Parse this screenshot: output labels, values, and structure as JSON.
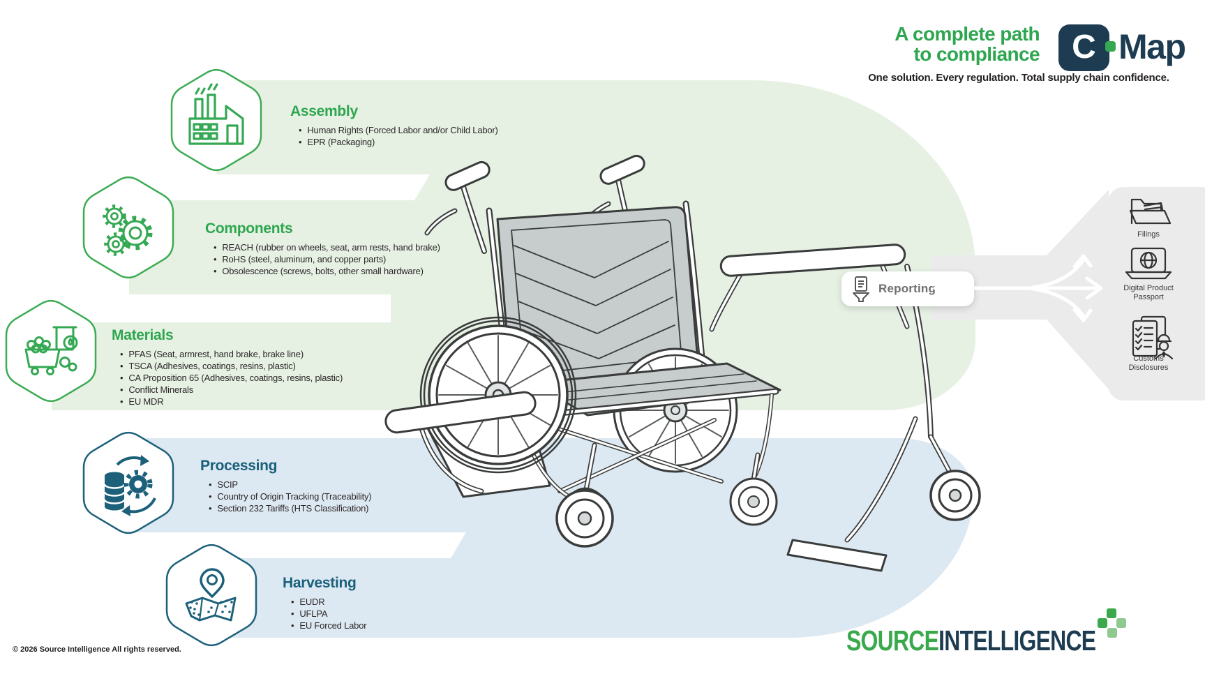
{
  "header": {
    "tagline": [
      "A complete path",
      "to compliance"
    ],
    "logo": {
      "c": "C",
      "map": "Map"
    },
    "subtitle": "One solution. Every regulation. Total supply chain confidence."
  },
  "sections": [
    {
      "title": "Assembly",
      "icon": "factory-icon",
      "items": [
        "Human Rights (Forced Labor and/or Child Labor)",
        "EPR (Packaging)"
      ]
    },
    {
      "title": "Components",
      "icon": "gears-icon",
      "items": [
        "REACH (rubber on wheels, seat, arm rests, hand brake)",
        "RoHS (steel, aluminum, and copper parts)",
        "Obsolescence (screws, bolts, other small hardware)"
      ]
    },
    {
      "title": "Materials",
      "icon": "mine-cart-icon",
      "items": [
        "PFAS (Seat, armrest, hand brake, brake line)",
        "TSCA (Adhesives, coatings, resins, plastic)",
        "CA Proposition 65 (Adhesives, coatings, resins, plastic)",
        "Conflict Minerals",
        "EU MDR"
      ]
    },
    {
      "title": "Processing",
      "icon": "data-processing-icon",
      "items": [
        "SCIP",
        "Country of Origin Tracking (Traceability)",
        "Section 232 Tariffs (HTS Classification)"
      ]
    },
    {
      "title": "Harvesting",
      "icon": "map-pin-icon",
      "items": [
        "EUDR",
        "UFLPA",
        "EU Forced Labor"
      ]
    }
  ],
  "reporting": {
    "label": "Reporting",
    "icon": "document-funnel-icon"
  },
  "outputs": [
    {
      "label": "Filings",
      "icon": "folder-icon"
    },
    {
      "label": "Digital Product Passport",
      "icon": "laptop-globe-icon"
    },
    {
      "label": "Customs Disclosures",
      "icon": "customs-officer-icon"
    }
  ],
  "brand": {
    "source": "SOURCE",
    "intelligence": "INTELLIGENCE"
  },
  "footer": {
    "copyright": "© 2026 Source Intelligence All rights reserved."
  },
  "colors": {
    "accent_green": "#2ea64f",
    "band_green": "#e6f1e4",
    "accent_teal": "#1a607b",
    "band_blue": "#dde9f2",
    "navy": "#1d3c51",
    "panel_gray": "#ebebeb",
    "text_dark": "#2b2627",
    "reporting_gray": "#6f6f6f",
    "light_green_logo": "#8fc98f"
  }
}
